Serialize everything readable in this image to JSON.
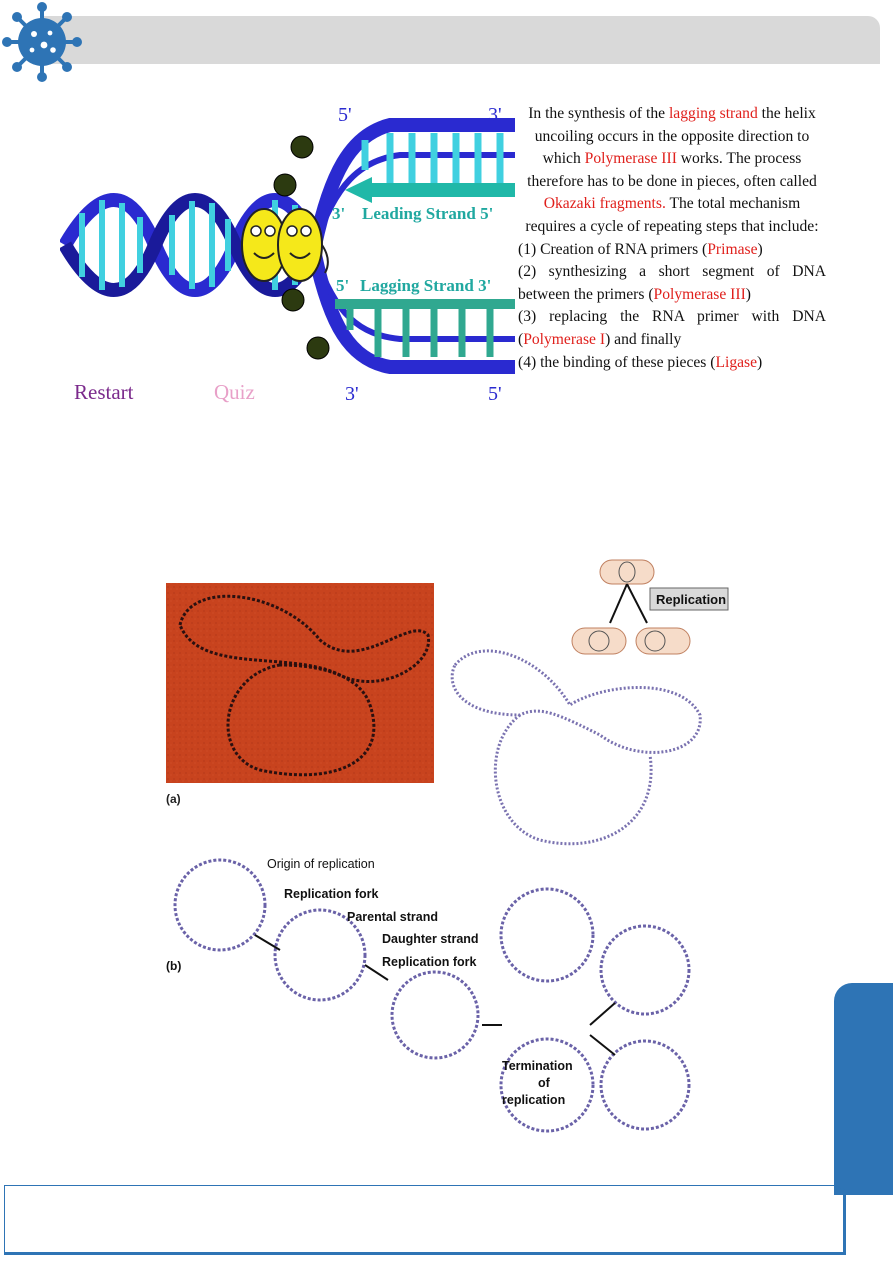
{
  "colors": {
    "accent": "#2e74b5",
    "highlight": "#e0201c",
    "header_bar": "#d9d9d9"
  },
  "icons": {
    "header": "virus-icon"
  },
  "dna_figure": {
    "label_5_top_left": "5'",
    "label_3_top_right": "3'",
    "leading_3": "3'",
    "leading_label": "Leading Strand 5'",
    "lagging_5": "5'",
    "lagging_label": "Lagging Strand 3'",
    "label_3_bottom_left": "3'",
    "label_5_bottom_right": "5'"
  },
  "nav": {
    "restart": "Restart",
    "quiz": "Quiz"
  },
  "description": {
    "p1_a": "In the synthesis of the ",
    "p1_b": "lagging strand",
    "p1_c": " the helix uncoiling occurs in the opposite direction to which ",
    "p1_d": "Polymerase III",
    "p1_e": " works. The process therefore has to be done in pieces, often called ",
    "p1_f": "Okazaki fragments.",
    "p1_g": " The total mechanism requires a cycle of repeating steps that include:",
    "s1_a": "(1) Creation of RNA primers (",
    "s1_b": "Primase",
    "s1_c": ")",
    "s2_a": "(2) synthesizing a short segment of DNA between the primers (",
    "s2_b": "Polymerase III",
    "s2_c": ")",
    "s3_a": "(3) replacing the RNA primer with DNA (",
    "s3_b": "Polymerase I",
    "s3_c": ") and finally",
    "s4_a": "(4) the binding of these pieces  (",
    "s4_b": "Ligase",
    "s4_c": ")"
  },
  "replication_figure": {
    "replication_label": "Replication",
    "panel_a": "(a)",
    "panel_b": "(b)",
    "origin": "Origin of replication",
    "fork1": "Replication fork",
    "parental": "Parental strand",
    "daughter": "Daughter strand",
    "fork2": "Replication fork",
    "termination_1": "Termination",
    "termination_2": "of",
    "termination_3": "replication"
  }
}
